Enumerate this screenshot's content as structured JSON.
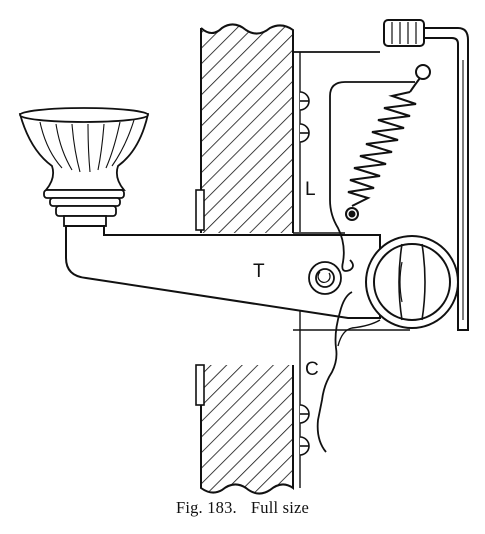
{
  "labels": {
    "lever": "T",
    "upper": "L",
    "lower": "C"
  },
  "caption": {
    "fig": "Fig. 183.",
    "note": "Full size"
  },
  "colors": {
    "ink": "#111111",
    "paper": "#ffffff"
  }
}
